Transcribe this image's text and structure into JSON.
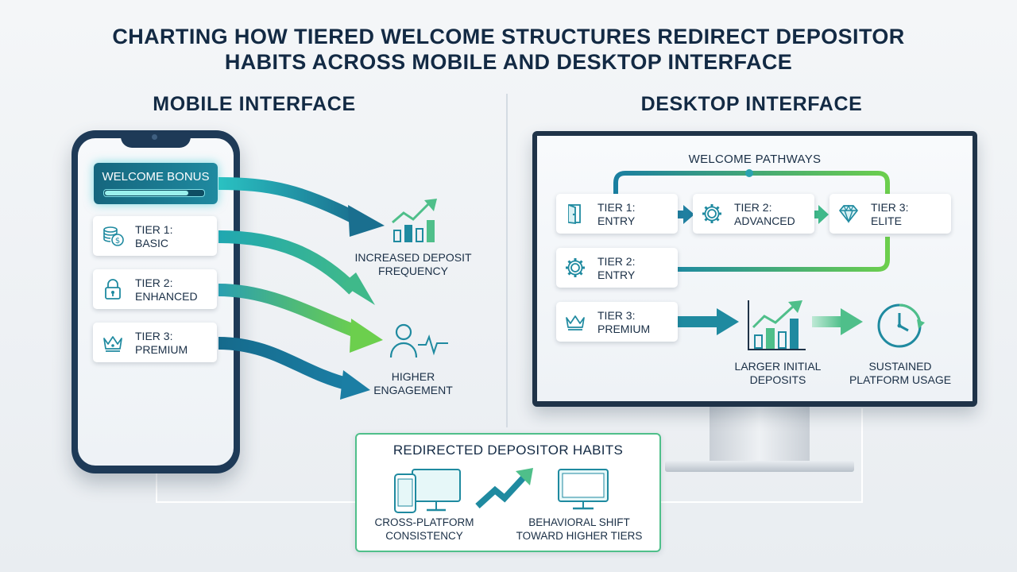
{
  "title": {
    "line1": "CHARTING HOW TIERED WELCOME STRUCTURES REDIRECT DEPOSITOR",
    "line2": "HABITS ACROSS MOBILE AND DESKTOP INTERFACE"
  },
  "mobile": {
    "heading": "MOBILE INTERFACE",
    "welcome_bonus": {
      "label": "WELCOME BONUS",
      "progress": 0.85
    },
    "tiers": [
      {
        "line1": "TIER 1:",
        "line2": "BASIC",
        "icon": "coins-icon"
      },
      {
        "line1": "TIER 2:",
        "line2": "ENHANCED",
        "icon": "lock-icon"
      },
      {
        "line1": "TIER 3:",
        "line2": "PREMIUM",
        "icon": "crown-icon"
      }
    ],
    "outcomes": [
      {
        "line1": "INCREASED DEPOSIT",
        "line2": "FREQUENCY",
        "icon": "growth-chart-icon"
      },
      {
        "line1": "HIGHER",
        "line2": "ENGAGEMENT",
        "icon": "user-pulse-icon"
      }
    ]
  },
  "desktop": {
    "heading": "DESKTOP INTERFACE",
    "pathways_title": "WELCOME PATHWAYS",
    "pathway_row": [
      {
        "line1": "TIER 1:",
        "line2": "ENTRY",
        "icon": "door-icon"
      },
      {
        "line1": "TIER 2:",
        "line2": "ADVANCED",
        "icon": "gear-icon"
      },
      {
        "line1": "TIER 3:",
        "line2": "ELITE",
        "icon": "diamond-icon"
      }
    ],
    "tier2_entry": {
      "line1": "TIER 2:",
      "line2": "ENTRY",
      "icon": "gear-icon"
    },
    "tier3_premium": {
      "line1": "TIER 3:",
      "line2": "PREMIUM",
      "icon": "crown-icon"
    },
    "outcomes": [
      {
        "line1": "LARGER INITIAL",
        "line2": "DEPOSITS",
        "icon": "bar-chart-icon"
      },
      {
        "line1": "SUSTAINED",
        "line2": "PLATFORM USAGE",
        "icon": "clock-icon"
      }
    ]
  },
  "redirected": {
    "title": "REDIRECTED DEPOSITOR HABITS",
    "left": {
      "line1": "CROSS-PLATFORM",
      "line2": "CONSISTENCY",
      "icon": "devices-icon"
    },
    "right": {
      "line1": "BEHAVIORAL SHIFT",
      "line2": "TOWARD HIGHER TIERS",
      "icon": "monitor-icon"
    }
  },
  "colors": {
    "navy": "#132a44",
    "teal": "#1f8aa0",
    "dark_teal": "#15667e",
    "green": "#5cc85a",
    "accent_border": "#4fbf8a"
  }
}
